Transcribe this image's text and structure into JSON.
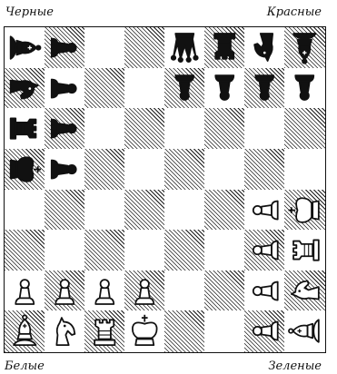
{
  "labels": {
    "top_left": "Черные",
    "top_right": "Красные",
    "bottom_left": "Белые",
    "bottom_right": "Зеленые"
  },
  "board": {
    "rows": 8,
    "cols": 8,
    "pieces": [
      {
        "row": 0,
        "col": 0,
        "type": "bishop",
        "color": "black",
        "facing": "right"
      },
      {
        "row": 0,
        "col": 1,
        "type": "pawn",
        "color": "black",
        "facing": "right"
      },
      {
        "row": 0,
        "col": 4,
        "type": "queen",
        "color": "black",
        "facing": "down"
      },
      {
        "row": 0,
        "col": 5,
        "type": "rook",
        "color": "black",
        "facing": "down"
      },
      {
        "row": 0,
        "col": 6,
        "type": "knight",
        "color": "black",
        "facing": "down"
      },
      {
        "row": 0,
        "col": 7,
        "type": "bishop",
        "color": "black",
        "facing": "down"
      },
      {
        "row": 1,
        "col": 0,
        "type": "knight",
        "color": "black",
        "facing": "right"
      },
      {
        "row": 1,
        "col": 1,
        "type": "pawn",
        "color": "black",
        "facing": "right"
      },
      {
        "row": 1,
        "col": 4,
        "type": "pawn",
        "color": "black",
        "facing": "down"
      },
      {
        "row": 1,
        "col": 5,
        "type": "pawn",
        "color": "black",
        "facing": "down"
      },
      {
        "row": 1,
        "col": 6,
        "type": "pawn",
        "color": "black",
        "facing": "down"
      },
      {
        "row": 1,
        "col": 7,
        "type": "pawn",
        "color": "black",
        "facing": "down"
      },
      {
        "row": 2,
        "col": 0,
        "type": "rook",
        "color": "black",
        "facing": "right"
      },
      {
        "row": 2,
        "col": 1,
        "type": "pawn",
        "color": "black",
        "facing": "right"
      },
      {
        "row": 3,
        "col": 0,
        "type": "king",
        "color": "black",
        "facing": "right"
      },
      {
        "row": 3,
        "col": 1,
        "type": "pawn",
        "color": "black",
        "facing": "right"
      },
      {
        "row": 4,
        "col": 6,
        "type": "pawn",
        "color": "white",
        "facing": "left"
      },
      {
        "row": 4,
        "col": 7,
        "type": "king",
        "color": "white",
        "facing": "left"
      },
      {
        "row": 5,
        "col": 6,
        "type": "pawn",
        "color": "white",
        "facing": "left"
      },
      {
        "row": 5,
        "col": 7,
        "type": "rook",
        "color": "white",
        "facing": "left"
      },
      {
        "row": 6,
        "col": 0,
        "type": "pawn",
        "color": "white",
        "facing": "up"
      },
      {
        "row": 6,
        "col": 1,
        "type": "pawn",
        "color": "white",
        "facing": "up"
      },
      {
        "row": 6,
        "col": 2,
        "type": "pawn",
        "color": "white",
        "facing": "up"
      },
      {
        "row": 6,
        "col": 3,
        "type": "pawn",
        "color": "white",
        "facing": "up"
      },
      {
        "row": 6,
        "col": 6,
        "type": "pawn",
        "color": "white",
        "facing": "left"
      },
      {
        "row": 6,
        "col": 7,
        "type": "knight",
        "color": "white",
        "facing": "left"
      },
      {
        "row": 7,
        "col": 0,
        "type": "bishop",
        "color": "white",
        "facing": "up"
      },
      {
        "row": 7,
        "col": 1,
        "type": "knight",
        "color": "white",
        "facing": "up"
      },
      {
        "row": 7,
        "col": 2,
        "type": "rook",
        "color": "white",
        "facing": "up"
      },
      {
        "row": 7,
        "col": 3,
        "type": "king",
        "color": "white",
        "facing": "up"
      },
      {
        "row": 7,
        "col": 6,
        "type": "pawn",
        "color": "white",
        "facing": "left"
      },
      {
        "row": 7,
        "col": 7,
        "type": "bishop",
        "color": "white",
        "facing": "left"
      }
    ]
  }
}
